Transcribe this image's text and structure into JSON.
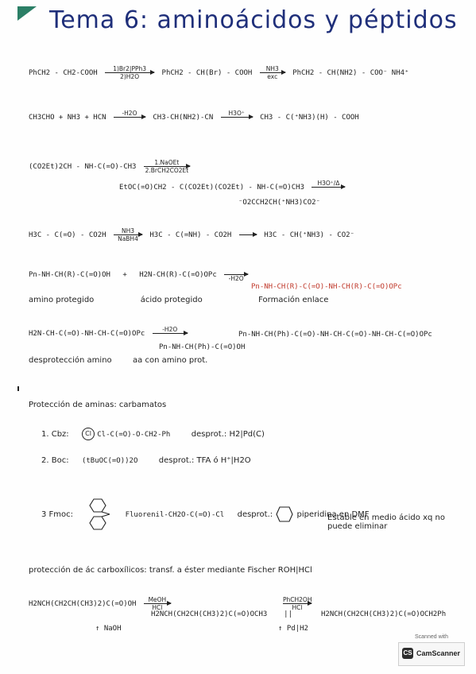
{
  "title": "Tema 6: aminoácidos y péptidos",
  "reactions": [
    {
      "reactant": "PhCH2 - CH2-COOH",
      "arrow1_top": "1)Br2|PPh3",
      "arrow1_bot": "2)H2O",
      "intermediate": "PhCH2 - CH(Br) - COOH",
      "arrow2_top": "NH3",
      "arrow2_bot": "exc",
      "product": "PhCH2 - CH(NH2) - COO⁻ NH4⁺"
    },
    {
      "reactant": "CH3CHO + NH3 + HCN",
      "arrow1_top": "-H2O",
      "intermediate": "CH3-CH(NH2)-CN",
      "arrow2_top": "H3O⁺",
      "product": "CH3 - C(⁺NH3)(H) - COOH"
    },
    {
      "reactant": "(CO2Et)2CH - NH-C(=O)-CH3",
      "arrow1_top": "1.NaOEt",
      "arrow1_bot": "2.BrCH2CO2Et",
      "intermediate": "EtOC(=O)CH2 - C(CO2Et)(CO2Et) - NH-C(=O)CH3",
      "arrow2_top": "H3O⁺/Δ",
      "product": "⁻O2CCH2CH(⁺NH3)CO2⁻"
    },
    {
      "reactant": "H3C - C(=O) - CO2H",
      "arrow1_top": "NH3",
      "arrow1_bot": "NaBH4",
      "intermediate": "H3C - C(=NH) - CO2H",
      "product": "H3C - CH(⁺NH3) - CO2⁻"
    },
    {
      "reactant": "Pn-NH-CH(R)-C(=O)OH",
      "plus": "+",
      "reagent": "H2N-CH(R)-C(=O)OPc",
      "arrow1_bot": "-H2O",
      "product": "Pn-NH-CH(R)-C(=O)-NH-CH(R)-C(=O)OPc"
    },
    {
      "caption1": "amino protegido",
      "caption2": "ácido protegido",
      "caption3": "Formación enlace"
    },
    {
      "reactant": "H2N-CH-C(=O)-NH-CH-C(=O)OPc",
      "arrow1_top": "-H2O",
      "reagent": "Pn-NH-CH(Ph)-C(=O)OH",
      "product": "Pn-NH-CH(Ph)-C(=O)-NH-CH-C(=O)-NH-CH-C(=O)OPc"
    },
    {
      "caption1": "desprotección amino",
      "caption2": "aa con amino prot."
    }
  ],
  "protection": {
    "heading": "Protección de aminas: carbamatos",
    "items": [
      {
        "label": "1. Cbz:",
        "structure": "Cl-C(=O)-O-CH2-Ph",
        "deprot": "desprot.: H2|Pd(C)"
      },
      {
        "label": "2. Boc:",
        "structure": "(tBuOC(=O))2O",
        "deprot": "desprot.: TFA ó H⁺|H2O"
      },
      {
        "label": "3 Fmoc:",
        "structure": "Fluorenil-CH2O-C(=O)-Cl",
        "deprot": "desprot.:",
        "reagent": "piperidina en DMF",
        "note": "Estable en medio ácido xq no puede eliminar"
      }
    ]
  },
  "carboxyl": {
    "heading": "protección de ác carboxílicos: transf. a éster mediante Fischer ROH|HCl",
    "r1": "H2NCH(CH2CH(CH3)2)C(=O)OH",
    "a1_top": "MeOH",
    "a1_bot": "HCl",
    "back1": "↑ NaOH",
    "p1": "H2NCH(CH2CH(CH3)2)C(=O)OCH3",
    "sep": "||",
    "a2_top": "PhCH2OH",
    "a2_bot": "HCl",
    "back2": "↑ Pd|H2",
    "p2": "H2NCH(CH2CH(CH3)2)C(=O)OCH2Ph"
  },
  "watermark": {
    "top": "Scanned with",
    "brand": "CamScanner",
    "logo": "CS"
  },
  "colors": {
    "title": "#1f2f7a",
    "corner": "#2b7f66",
    "highlight": "#c0392b"
  }
}
